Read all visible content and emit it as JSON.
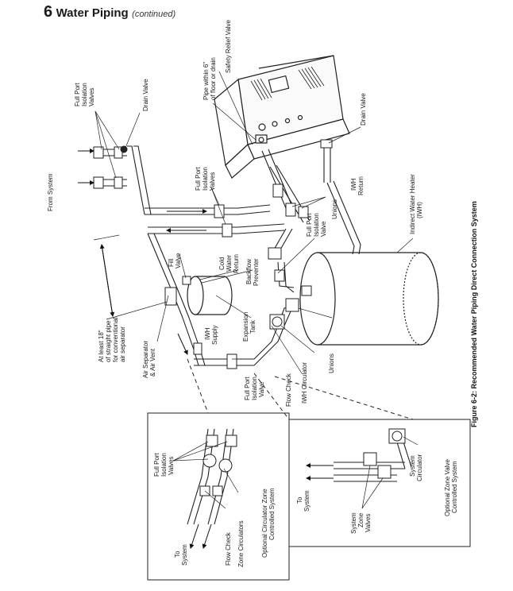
{
  "header": {
    "number": "6",
    "title": "Water Piping",
    "continued": "(continued)"
  },
  "caption": "Figure 6-2:  Recommended Water Piping Direct Connection System",
  "labels": {
    "safety_relief_valve": "Safety Relief Valve",
    "pipe_within_1": "Pipe within 6\"",
    "pipe_within_2": "of floor or drain",
    "drain_valve_boiler": "Drain Valve",
    "indirect_1": "Indirect Water Heater",
    "indirect_2": "(IWH)",
    "fp_top_1": "Full Port",
    "fp_top_2": "Isolation",
    "fp_top_3": "Valves",
    "drain_valve_top": "Drain Valve",
    "from_system": "From System",
    "fp_mid_1": "Full Port",
    "fp_mid_2": "Isolation",
    "fp_mid_3": "Valves",
    "fp_right_1": "Full Port",
    "fp_right_2": "Isolation",
    "fp_right_3": "Valve",
    "unions_top": "Unions",
    "iwh_return_1": "IWH",
    "iwh_return_2": "Return",
    "fill_1": "Fill",
    "fill_2": "Valve",
    "cold_1": "Cold",
    "cold_2": "Water",
    "cold_3": "Return",
    "backflow_1": "Backflow",
    "backflow_2": "Preventer",
    "at_least_1": "At least 18\"",
    "at_least_2": "of straight pipe",
    "at_least_3": "for conventional",
    "at_least_4": "air separator",
    "air_sep_1": "Air Separator",
    "air_sep_2": "& Air Vent",
    "exp_1": "Expansion",
    "exp_2": "Tank",
    "iwh_sup_1": "IWH",
    "iwh_sup_2": "Supply",
    "fp_low_1": "Full Port",
    "fp_low_2": "Isolation",
    "fp_low_3": "Valve",
    "flow_check": "Flow Check",
    "iwh_circ": "IWH Circulator",
    "unions_low": "Unions",
    "fp_box_1": "Full Port",
    "fp_box_2": "Isolation",
    "fp_box_3": "Valves",
    "to_system_l1": "To",
    "to_system_l2": "System",
    "flow_check_box": "Flow Check",
    "zone_circ": "Zone Circulators",
    "opt_circ_1": "Optional Circulator Zone",
    "opt_circ_2": "Controlled System",
    "to_system_r1": "To",
    "to_system_r2": "System",
    "system_zone_1": "System",
    "system_zone_2": "Zone",
    "system_zone_3": "Valves",
    "system_circ_1": "System",
    "system_circ_2": "Circulator",
    "opt_zone_1": "Optional Zone Valve",
    "opt_zone_2": "Controlled System"
  }
}
